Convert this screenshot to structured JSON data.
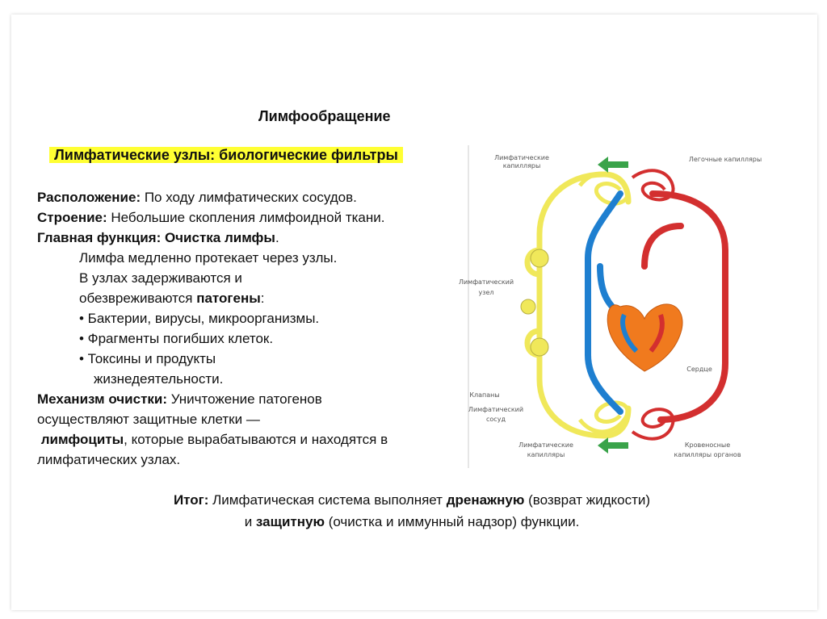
{
  "slide": {
    "title": "Лимфообращение",
    "highlight": "Лимфатические узлы: биологические фильтры",
    "location": {
      "label": "Расположение:",
      "text": " По ходу лимфатических сосудов."
    },
    "structure": {
      "label": "Строение:",
      "text": " Небольшие скопления лимфоидной ткани."
    },
    "main_function": {
      "label": "Главная функция: Очистка лимфы",
      "tail": "."
    },
    "lines": {
      "l1": "Лимфа медленно протекает через узлы.",
      "l2": "В узлах задерживаются и",
      "l3_pre": "обезвреживаются ",
      "l3_bold": "патогены",
      "l3_post": ":"
    },
    "bullets": [
      "• Бактерии, вирусы, микроорганизмы.",
      "• Фрагменты погибших клеток.",
      "• Токсины и продукты",
      "жизнедеятельности."
    ],
    "mechanism": {
      "label": "Механизм очистки:",
      "text": " Уничтожение патогенов осуществляют защитные клетки —",
      "bold": "лимфоциты",
      "text2": ", которые вырабатываются и находятся в лимфатических узлах."
    },
    "summary": {
      "bold1": "Итог:",
      "t1": " Лимфатическая система выполняет ",
      "bold2": "дренажную",
      "t2": " (возврат жидкости)",
      "t3": "и ",
      "bold3": "защитную",
      "t4": " (очистка и иммунный надзор) функции."
    }
  },
  "diagram": {
    "labels": {
      "lymph_capillaries_top": [
        "Лимфатические",
        "капилляры"
      ],
      "lung_capillaries": "Легочные капилляры",
      "lymph_node": [
        "Лимфатический",
        "узел"
      ],
      "heart": "Сердце",
      "valves": "Клапаны",
      "lymph_vessel": [
        "Лимфатический",
        "сосуд"
      ],
      "lymph_capillaries_bottom": [
        "Лимфатические",
        "капилляры"
      ],
      "blood_capillaries": [
        "Кровеносные",
        "капилляры органов"
      ]
    },
    "colors": {
      "lymph": "#f0e85a",
      "arterial": "#d32f2f",
      "venous": "#1e7fd0",
      "arrow": "#3aa34a",
      "heart": "#f07a1e"
    }
  }
}
